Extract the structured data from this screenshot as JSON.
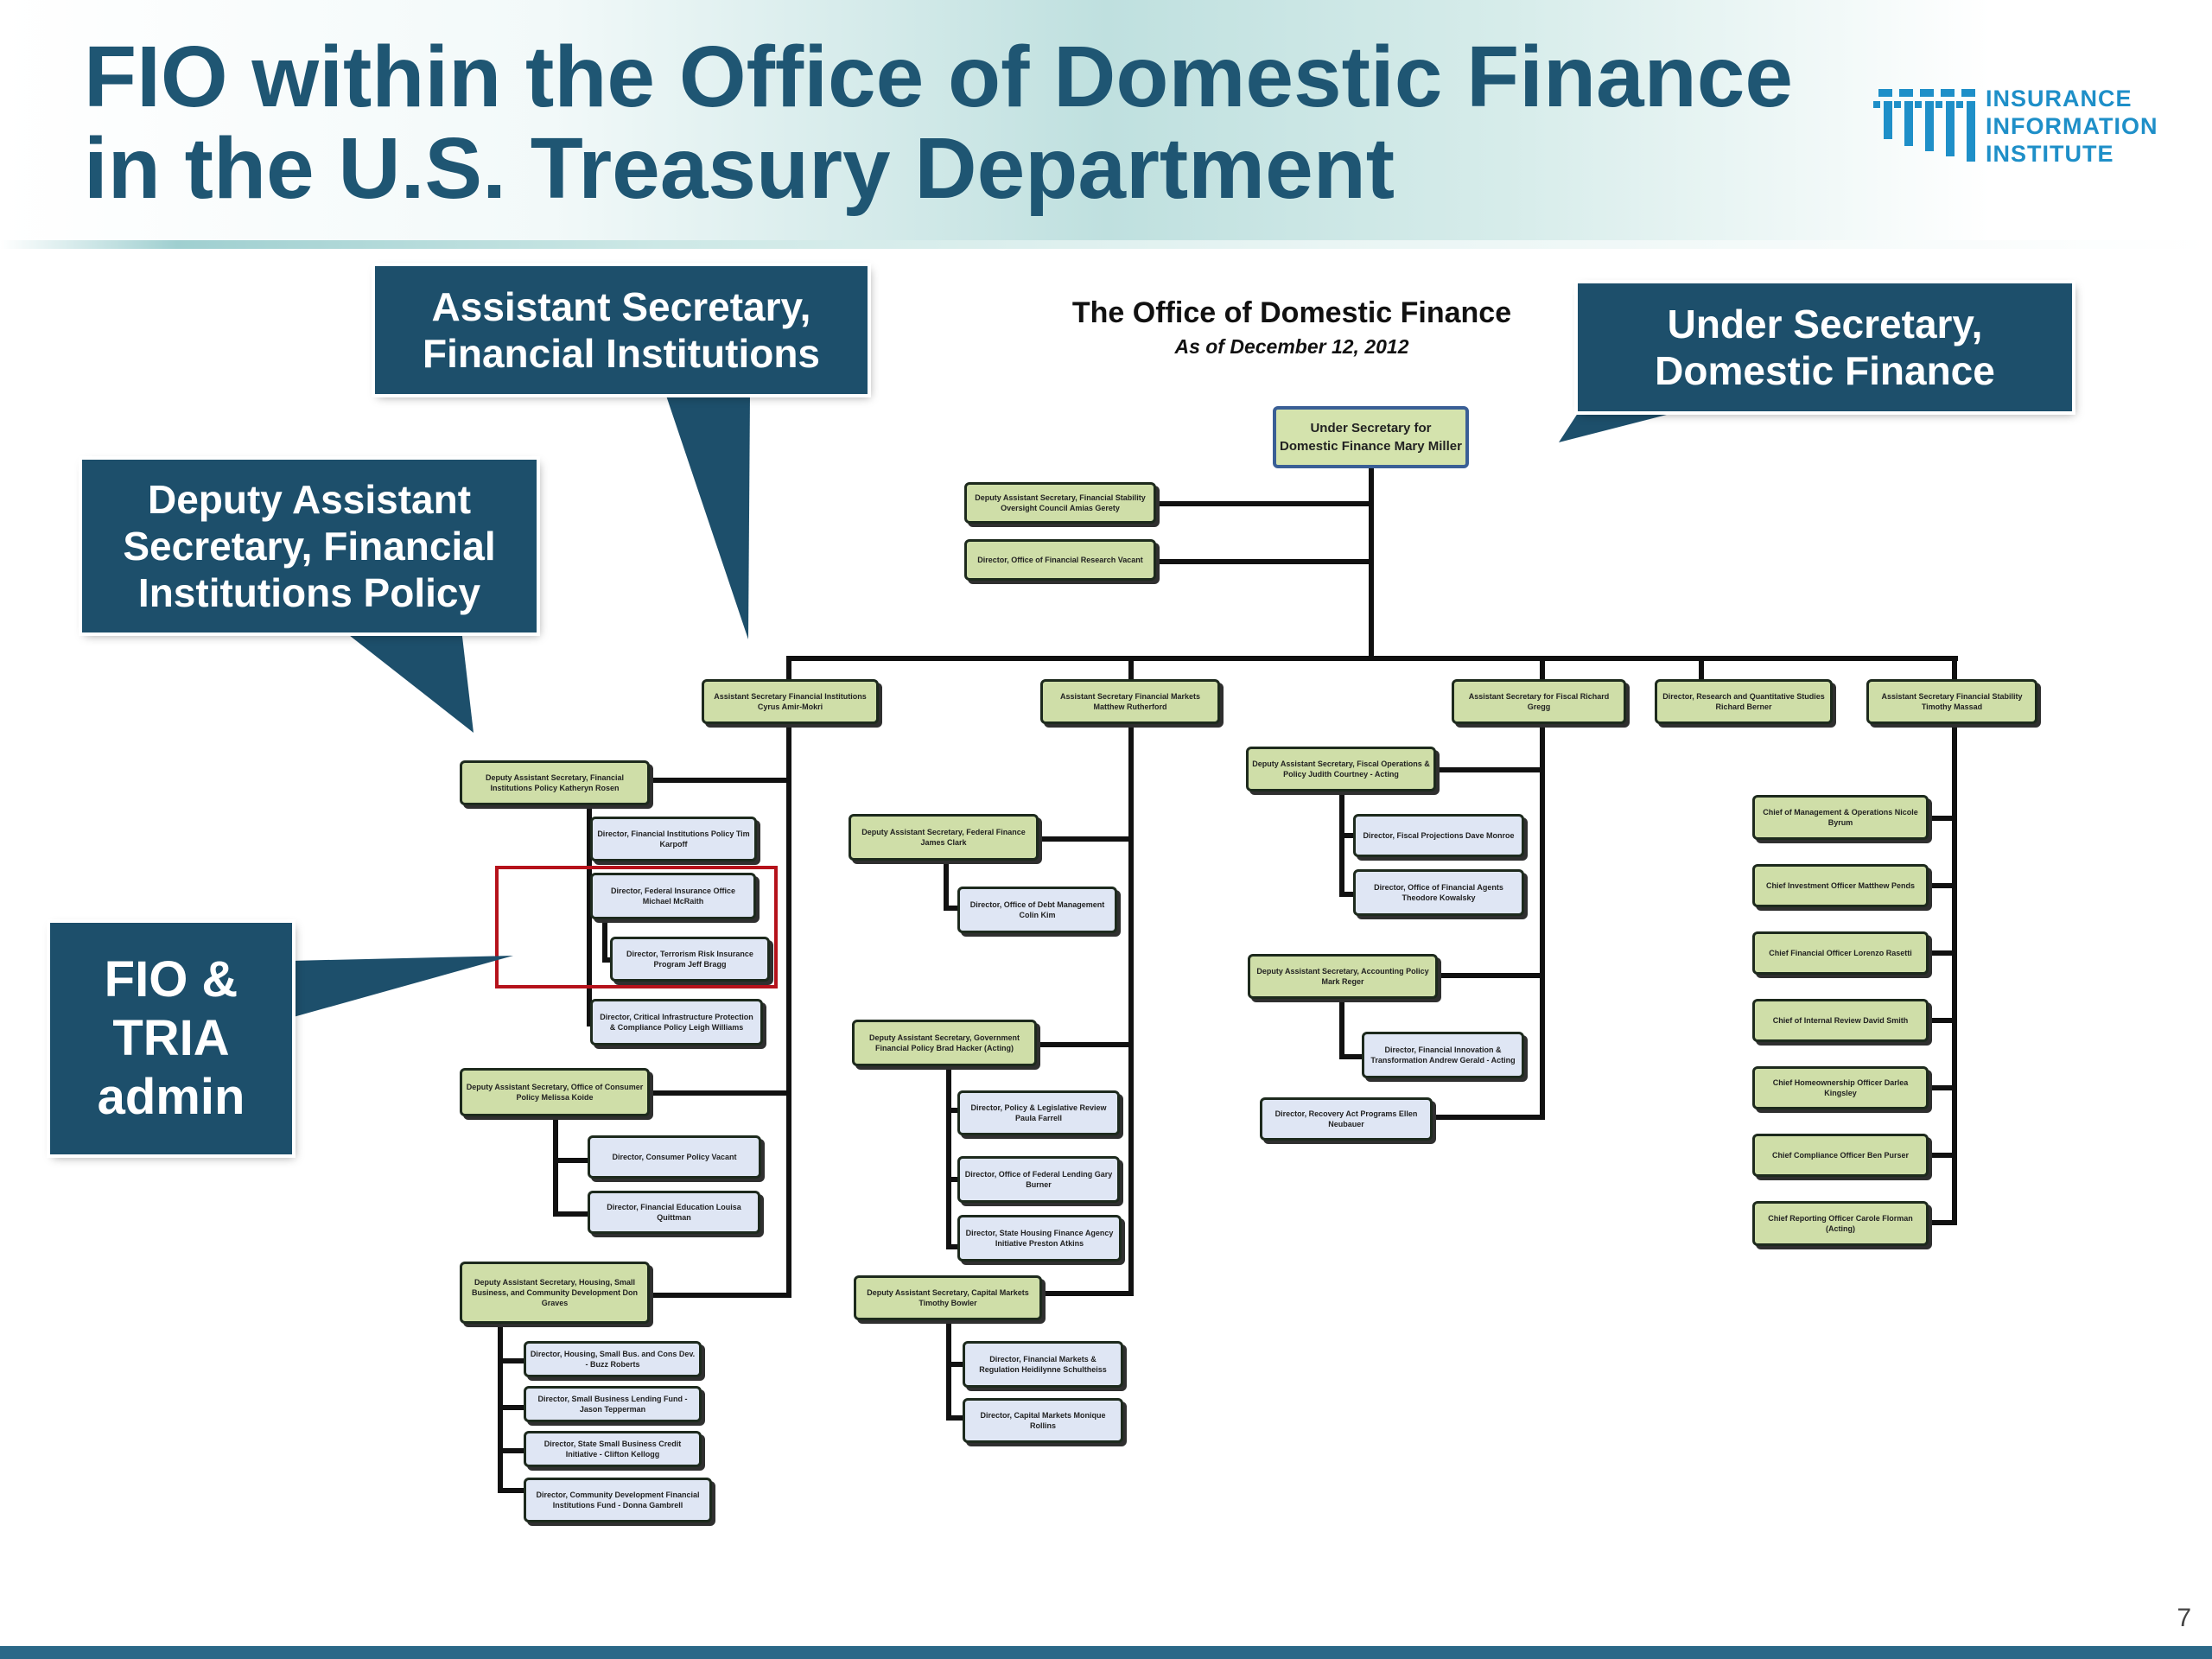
{
  "slide": {
    "title_line1": "FIO within the Office of Domestic Finance",
    "title_line2": "in the U.S. Treasury Department",
    "page_number": "7",
    "logo": {
      "icon": "iii-logo-icon",
      "line1": "INSURANCE",
      "line2": "INFORMATION",
      "line3": "INSTITUTE",
      "color": "#1e8fc8"
    }
  },
  "callouts": {
    "asst_sec": {
      "line1": "Assistant Secretary,",
      "line2": "Financial Institutions"
    },
    "under_sec": {
      "line1": "Under Secretary,",
      "line2": "Domestic Finance"
    },
    "deputy": {
      "line1": "Deputy Assistant",
      "line2": "Secretary, Financial",
      "line3": "Institutions Policy"
    },
    "fio": {
      "line1": "FIO &",
      "line2": "TRIA",
      "line3": "admin"
    }
  },
  "org": {
    "title": "The Office of Domestic Finance",
    "subtitle": "As of December 12, 2012",
    "under_secretary": "Under Secretary for Domestic Finance Mary Miller",
    "staff": [
      "Deputy Assistant Secretary, Financial Stability Oversight Council Amias Gerety",
      "Director, Office of Financial Research Vacant"
    ],
    "heads": [
      "Assistant Secretary Financial Institutions Cyrus Amir-Mokri",
      "Assistant Secretary Financial Markets Matthew Rutherford",
      "Assistant Secretary for Fiscal Richard Gregg",
      "Director, Research and Quantitative Studies Richard Berner",
      "Assistant Secretary Financial Stability Timothy Massad"
    ],
    "fi": {
      "das_fip": "Deputy Assistant Secretary, Financial Institutions Policy Katheryn Rosen",
      "dir_fip": "Director, Financial Institutions Policy Tim Karpoff",
      "dir_fio": "Director, Federal Insurance Office Michael McRaith",
      "dir_tria": "Director, Terrorism Risk Insurance Program Jeff Bragg",
      "dir_cip": "Director, Critical Infrastructure Protection & Compliance Policy Leigh Williams",
      "das_ocp": "Deputy Assistant Secretary, Office of Consumer Policy Melissa Koide",
      "dir_cp": "Director, Consumer Policy Vacant",
      "dir_fe": "Director, Financial Education Louisa Quittman",
      "das_hsb": "Deputy Assistant Secretary, Housing, Small Business, and Community Development Don Graves",
      "dir_hsb": "Director, Housing, Small Bus. and Cons Dev. - Buzz Roberts",
      "dir_sblf": "Director, Small Business Lending Fund - Jason Tepperman",
      "dir_ssbci": "Director, State Small Business Credit Initiative - Clifton Kellogg",
      "dir_cdfi": "Director, Community Development Financial Institutions Fund - Donna Gambrell"
    },
    "fm": {
      "das_ff": "Deputy Assistant Secretary, Federal Finance James Clark",
      "dir_odm": "Director, Office of Debt Management Colin Kim",
      "das_gfp": "Deputy Assistant Secretary, Government Financial Policy Brad Hacker (Acting)",
      "dir_plr": "Director, Policy & Legislative Review Paula Farrell",
      "dir_ofl": "Director, Office of Federal Lending Gary Burner",
      "dir_shfa": "Director, State Housing Finance Agency Initiative Preston Atkins",
      "das_cm": "Deputy Assistant Secretary, Capital Markets Timothy Bowler",
      "dir_fmr": "Director, Financial Markets & Regulation Heidilynne Schultheiss",
      "dir_cm": "Director, Capital Markets Monique Rollins"
    },
    "fiscal": {
      "das_fop": "Deputy Assistant Secretary, Fiscal Operations & Policy Judith Courtney - Acting",
      "dir_fp": "Director, Fiscal Projections Dave Monroe",
      "dir_ofa": "Director, Office of Financial Agents Theodore Kowalsky",
      "das_ap": "Deputy Assistant Secretary, Accounting Policy Mark Reger",
      "dir_fit": "Director, Financial Innovation & Transformation Andrew Gerald - Acting",
      "dir_rap": "Director, Recovery Act Programs Ellen Neubauer"
    },
    "fs": [
      "Chief of Management & Operations Nicole Byrum",
      "Chief Investment Officer Matthew Pends",
      "Chief Financial Officer Lorenzo Rasetti",
      "Chief of Internal Review David Smith",
      "Chief Homeownership Officer Darlea Kingsley",
      "Chief Compliance Officer Ben Purser",
      "Chief Reporting Officer Carole Florman (Acting)"
    ]
  },
  "colors": {
    "title": "#1f5673",
    "callout": "#1d4f6b",
    "box_green": "#cfdea8",
    "box_blue": "#dfe6f4",
    "highlight": "#b5121b"
  }
}
